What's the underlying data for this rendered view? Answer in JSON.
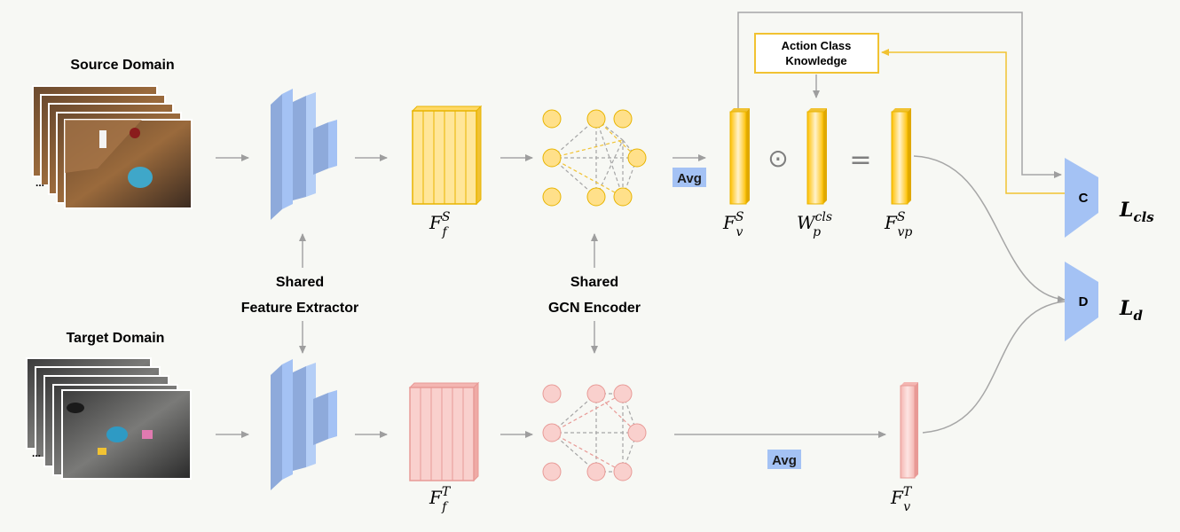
{
  "domains": {
    "source": "Source Domain",
    "target": "Target Domain"
  },
  "shared": {
    "feature_line1": "Shared",
    "feature_line2": "Feature Extractor",
    "gcn_line1": "Shared",
    "gcn_line2": "GCN Encoder"
  },
  "avg_label": "Avg",
  "knowledge": {
    "line1": "Action Class",
    "line2": "Knowledge"
  },
  "operators": {
    "hadamard": "⊙",
    "equals": "="
  },
  "labels": {
    "ffs": {
      "base": "F",
      "sub": "f",
      "sup": "S"
    },
    "fft": {
      "base": "F",
      "sub": "f",
      "sup": "T"
    },
    "fvs": {
      "base": "F",
      "sub": "v",
      "sup": "S"
    },
    "wp": {
      "base": "W",
      "sub": "p",
      "sup": "cls"
    },
    "fvp": {
      "base": "F",
      "sub": "vp",
      "sup": "S"
    },
    "fvt": {
      "base": "F",
      "sub": "v",
      "sup": "T"
    }
  },
  "classifier": {
    "c": "C",
    "d": "D"
  },
  "losses": {
    "cls": {
      "base": "L",
      "sub": "cls"
    },
    "d": {
      "base": "L",
      "sub": "d"
    }
  },
  "colors": {
    "yellow": "#ffd966",
    "yellow_border": "#e8b400",
    "pink": "#f4c7c3",
    "pink_border": "#e89a96",
    "blue": "#a4c2f4",
    "arrow": "#a6a6a6"
  }
}
